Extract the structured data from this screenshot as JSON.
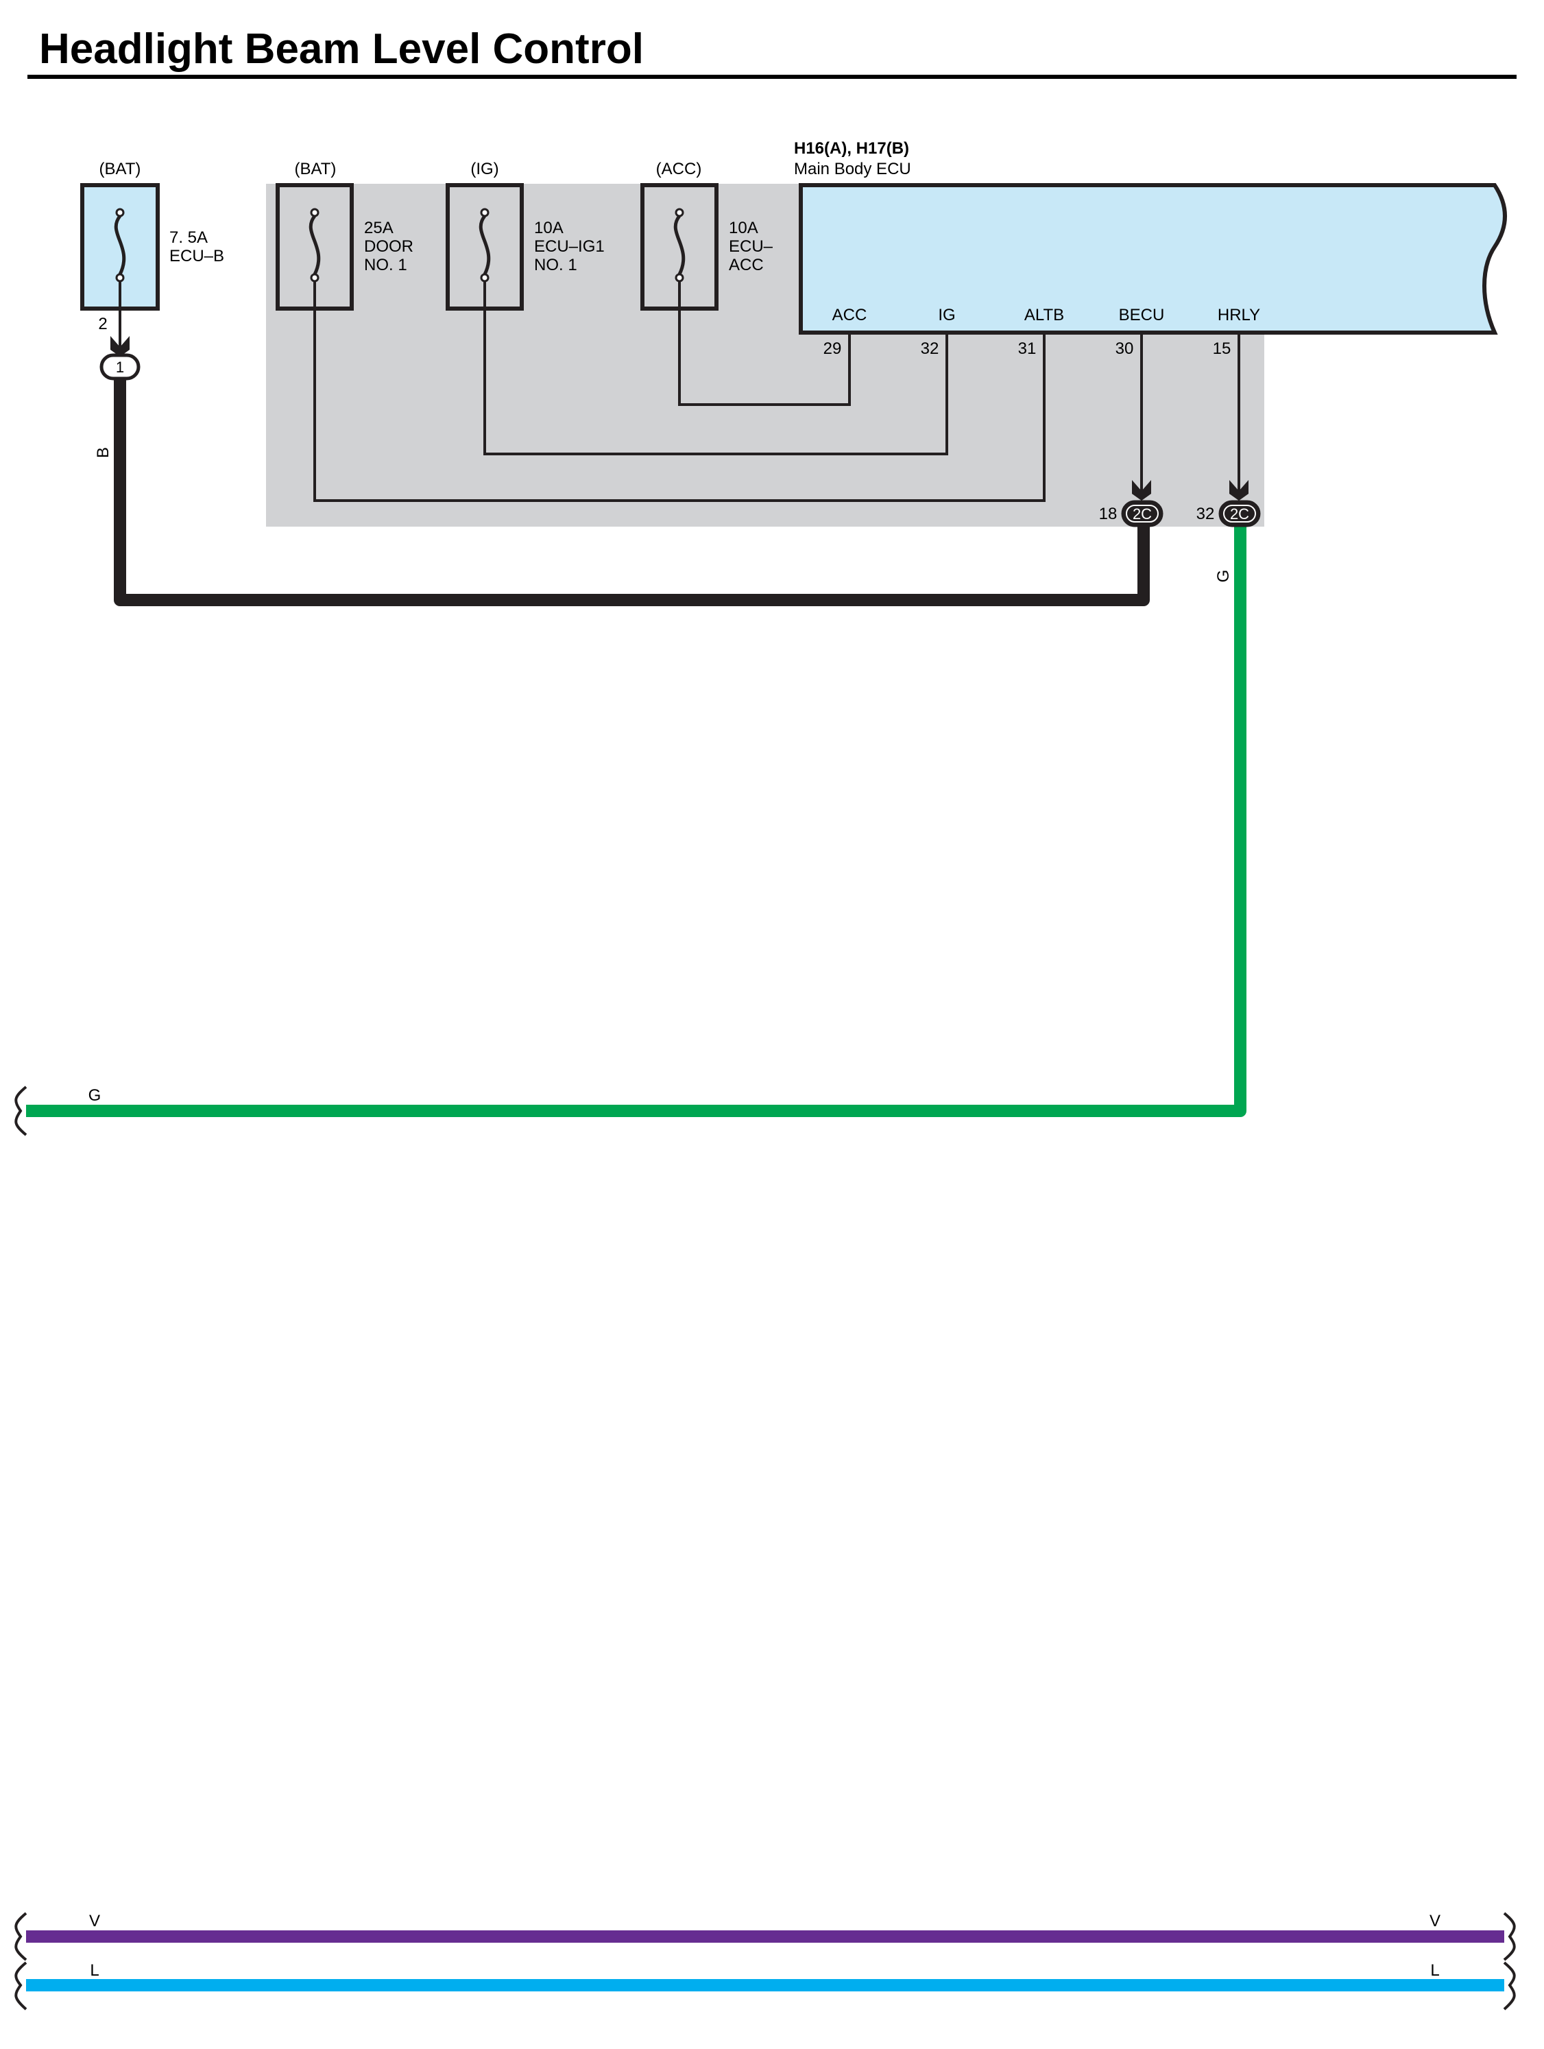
{
  "title": "Headlight Beam Level Control",
  "fuses": [
    {
      "source": "(BAT)",
      "rating": "7. 5A",
      "name_lines": [
        "ECU–B"
      ],
      "pin": "2",
      "connector": "1"
    },
    {
      "source": "(BAT)",
      "rating": "25A",
      "name_lines": [
        "DOOR",
        "NO. 1"
      ]
    },
    {
      "source": "(IG)",
      "rating": "10A",
      "name_lines": [
        "ECU–IG1",
        "NO. 1"
      ]
    },
    {
      "source": "(ACC)",
      "rating": "10A",
      "name_lines": [
        "ECU–",
        "ACC"
      ]
    }
  ],
  "ecu": {
    "connectors": "H16(A), H17(B)",
    "name": "Main Body ECU",
    "terminals": [
      {
        "name": "ACC",
        "pin": "29"
      },
      {
        "name": "IG",
        "pin": "32"
      },
      {
        "name": "ALTB",
        "pin": "31"
      },
      {
        "name": "BECU",
        "pin": "30"
      },
      {
        "name": "HRLY",
        "pin": "15"
      }
    ]
  },
  "junctions": [
    {
      "pin": "18",
      "label": "2C"
    },
    {
      "pin": "32",
      "label": "2C"
    }
  ],
  "wires": {
    "battery_wire": "B",
    "hrly_wire_vertical": "G",
    "hrly_wire_horizontal": "G",
    "bottom_v_left": "V",
    "bottom_v_right": "V",
    "bottom_l_left": "L",
    "bottom_l_right": "L"
  },
  "colors": {
    "ecu_fill": "#c8e8f7",
    "shade_box": "#d1d2d4",
    "wire_green": "#00a651",
    "wire_violet": "#662d91",
    "wire_blue": "#00aeef",
    "wire_black": "#231f20"
  }
}
